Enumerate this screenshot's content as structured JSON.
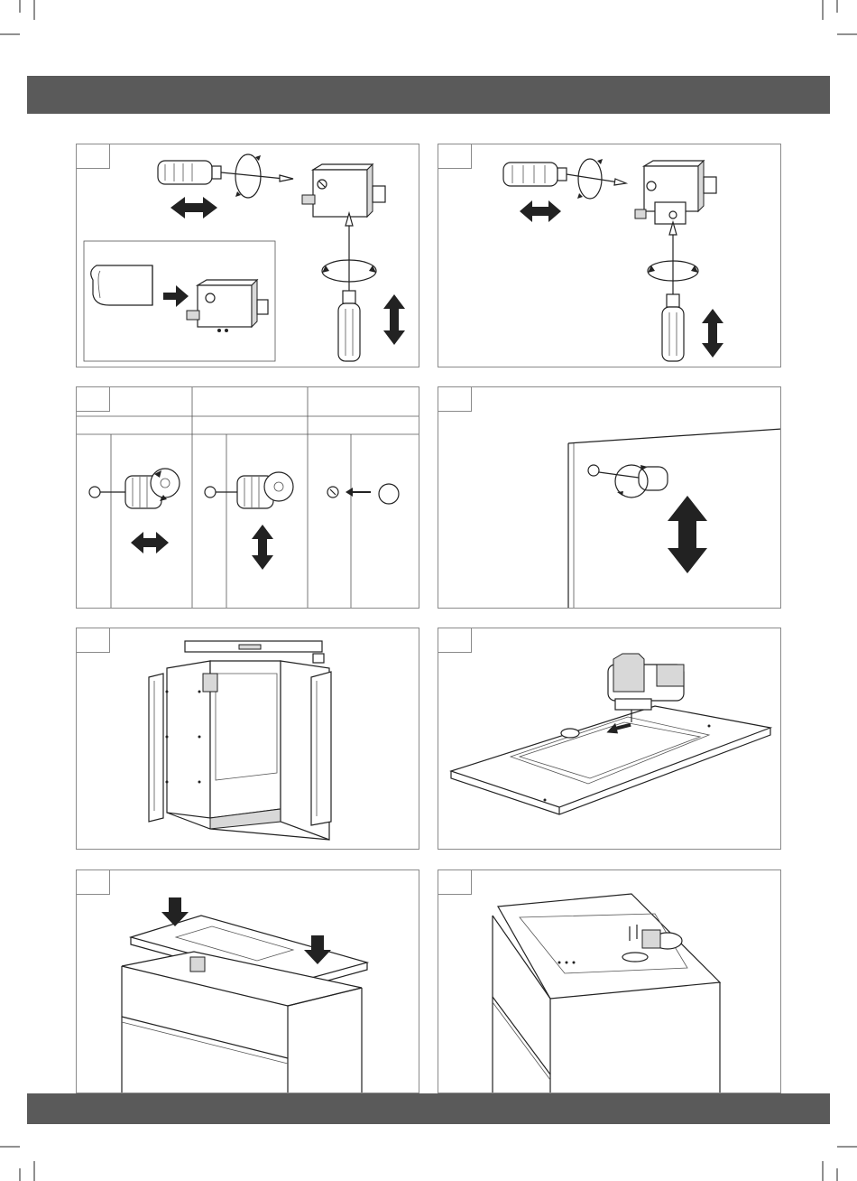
{
  "page": {
    "header_bar_color": "#5a5a5a",
    "footer_bar_color": "#5a5a5a",
    "panel_border_color": "#8a8a8a"
  },
  "panels": [
    {
      "id": "step-1",
      "icons": [
        "screwdriver-icon",
        "rotate-arrow-icon",
        "double-arrow-horizontal-icon",
        "hinge-plate-icon",
        "cover-cap-icon",
        "double-arrow-vertical-icon"
      ]
    },
    {
      "id": "step-2",
      "icons": [
        "screwdriver-icon",
        "rotate-arrow-icon",
        "double-arrow-horizontal-icon",
        "hinge-plate-icon",
        "double-arrow-vertical-icon"
      ]
    },
    {
      "id": "step-3",
      "icons": [
        "wall-bolt-icon",
        "rotate-arrow-icon",
        "double-arrow-horizontal-icon",
        "double-arrow-vertical-icon",
        "cap-icon"
      ]
    },
    {
      "id": "step-4",
      "icons": [
        "wall-bolt-icon",
        "rotate-arrow-icon",
        "double-arrow-vertical-icon"
      ]
    },
    {
      "id": "step-5",
      "icons": [
        "cabinet-icon",
        "level-icon"
      ]
    },
    {
      "id": "step-6",
      "icons": [
        "jigsaw-icon",
        "worktop-icon",
        "arrow-icon"
      ]
    },
    {
      "id": "step-7",
      "icons": [
        "worktop-icon",
        "down-arrow-icon",
        "drawer-unit-icon"
      ]
    },
    {
      "id": "step-8",
      "icons": [
        "sink-icon",
        "drawer-unit-icon",
        "rotate-arrow-icon"
      ]
    }
  ]
}
